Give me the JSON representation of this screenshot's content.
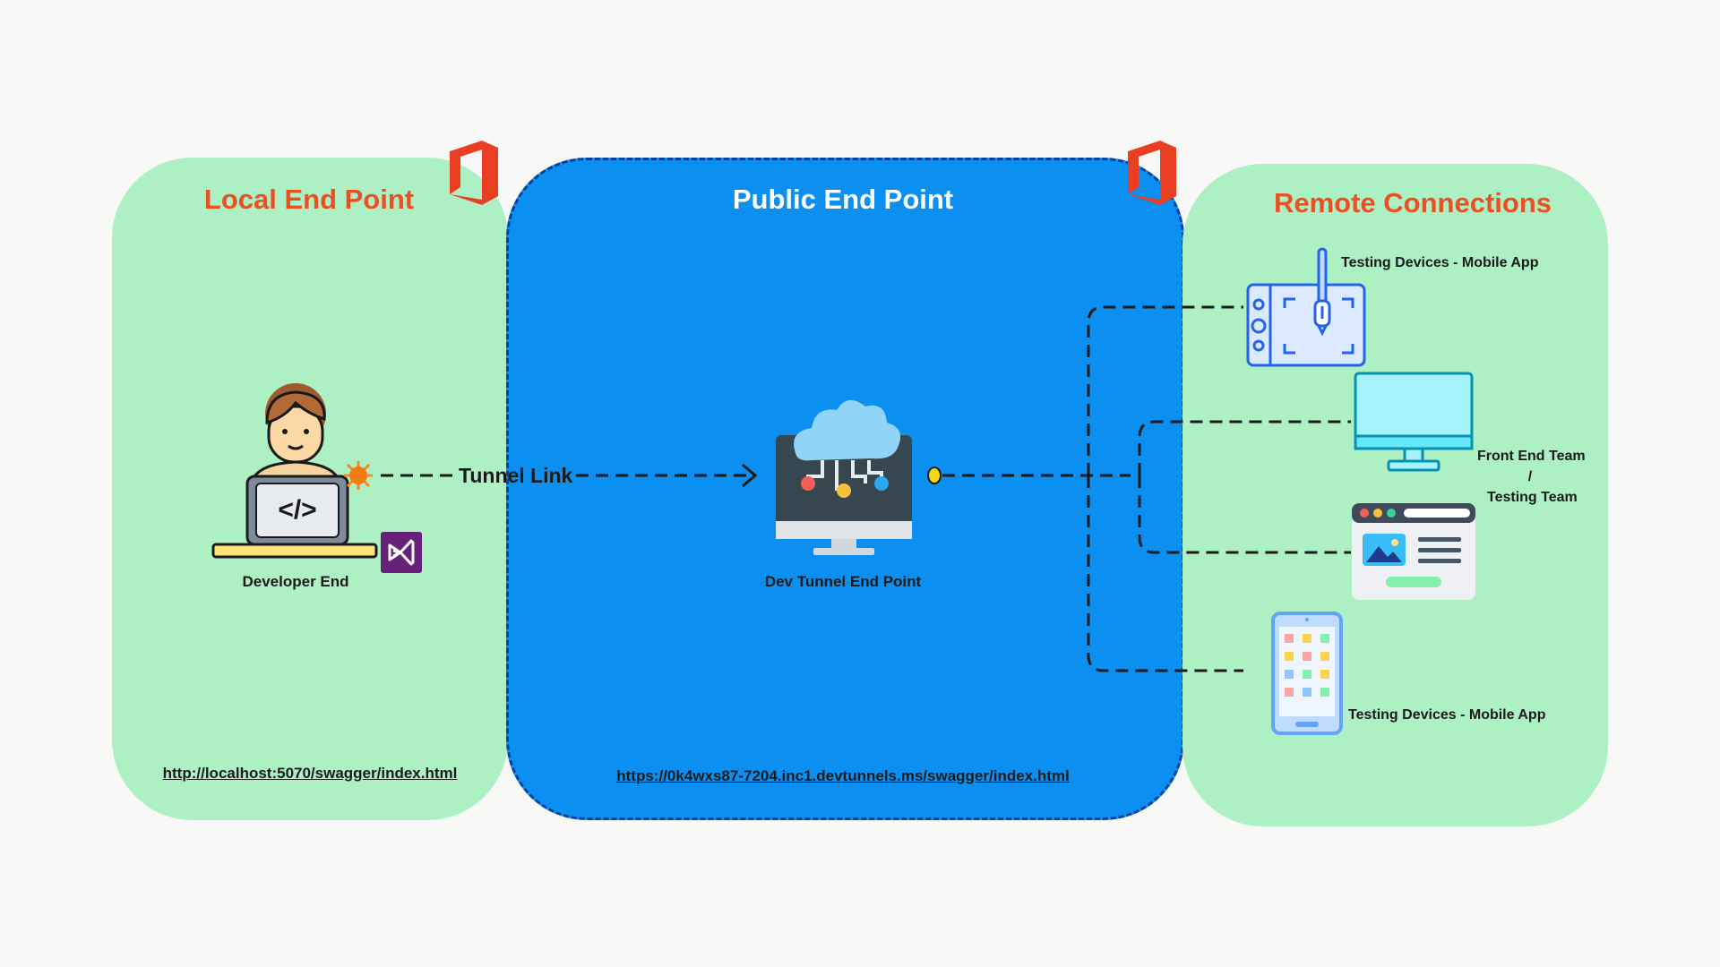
{
  "panels": {
    "local": {
      "title": "Local End Point",
      "url": "http://localhost:5070/swagger/index.html",
      "developer_label": "Developer End"
    },
    "public": {
      "title": "Public End Point",
      "url": "https://0k4wxs87-7204.inc1.devtunnels.ms/swagger/index.html",
      "endpoint_label": "Dev Tunnel End Point"
    },
    "remote": {
      "title": "Remote Connections",
      "tablet_label": "Testing Devices - Mobile App",
      "team_label_line1": "Front End Team",
      "team_label_line2": "/",
      "team_label_line3": "Testing Team",
      "phone_label": "Testing Devices - Mobile App"
    }
  },
  "connector": {
    "label": "Tunnel Link"
  },
  "icons": [
    "office-logo-icon",
    "office-logo-icon",
    "developer-laptop-icon",
    "visual-studio-icon",
    "cloud-server-icon",
    "drawing-tablet-icon",
    "desktop-monitor-icon",
    "web-browser-icon",
    "mobile-phone-icon"
  ],
  "colors": {
    "local_bg": "#adf0c4",
    "public_bg": "#0b8ff1",
    "remote_bg": "#adf0c4",
    "title_red": "#ec4f21"
  }
}
